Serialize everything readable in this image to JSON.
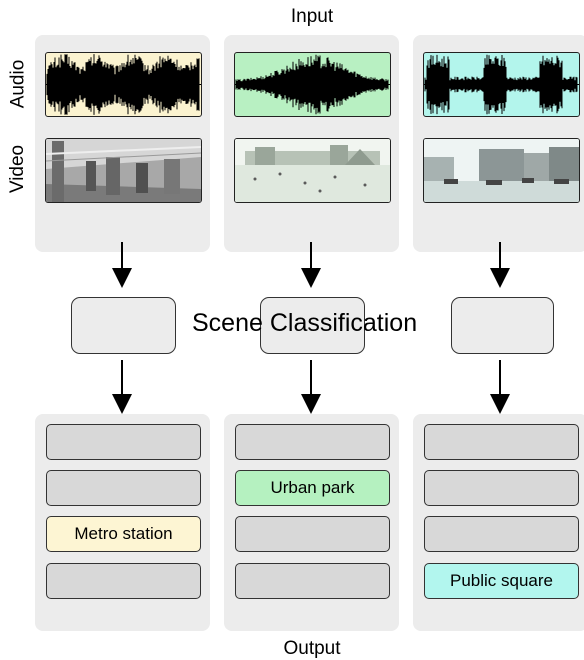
{
  "labels": {
    "input": "Input",
    "output": "Output",
    "audio": "Audio",
    "video": "Video",
    "scene_classification": "Scene Classification"
  },
  "columns": [
    {
      "audio_color": "#fbf3d0",
      "video_scene": "metro interior",
      "slots": [
        {
          "label": "",
          "color": "#d8d8d8"
        },
        {
          "label": "",
          "color": "#d8d8d8"
        },
        {
          "label": "Metro station",
          "color": "#fdf5d3"
        },
        {
          "label": "",
          "color": "#d8d8d8"
        }
      ]
    },
    {
      "audio_color": "#b8f0c2",
      "video_scene": "plaza with pyramid",
      "slots": [
        {
          "label": "",
          "color": "#d8d8d8"
        },
        {
          "label": "Urban park",
          "color": "#b5f1c0"
        },
        {
          "label": "",
          "color": "#d8d8d8"
        },
        {
          "label": "",
          "color": "#d8d8d8"
        }
      ]
    },
    {
      "audio_color": "#b3f5ec",
      "video_scene": "street square with buildings",
      "slots": [
        {
          "label": "",
          "color": "#d8d8d8"
        },
        {
          "label": "",
          "color": "#d8d8d8"
        },
        {
          "label": "",
          "color": "#d8d8d8"
        },
        {
          "label": "Public square",
          "color": "#b2f6ee"
        }
      ]
    }
  ]
}
